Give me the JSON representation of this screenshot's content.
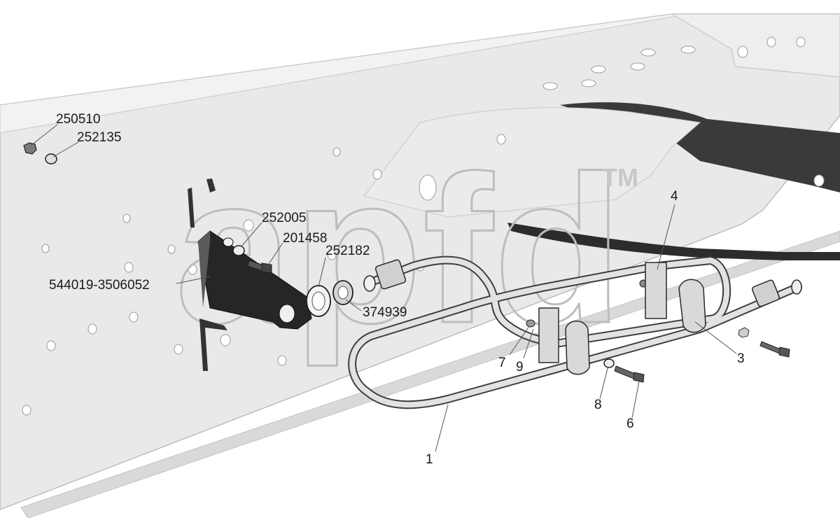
{
  "watermark": {
    "text": "apfd",
    "trademark": "TM"
  },
  "callouts": {
    "c250510": "250510",
    "c252135": "252135",
    "c252005": "252005",
    "c201458": "201458",
    "c252182": "252182",
    "c544019": "544019-3506052",
    "c374939": "374939",
    "c1": "1",
    "c3": "3",
    "c4": "4",
    "c6": "6",
    "c7": "7",
    "c8": "8",
    "c9": "9"
  },
  "colors": {
    "frame": "#e6e6e6",
    "frame_edge": "#c4c4c4",
    "hole": "#ffffff",
    "bracket": "#2a2a2a",
    "pipe": "#d8d8d8",
    "pipe_edge": "#5a5a5a",
    "watermark": "#cfcfcf"
  }
}
